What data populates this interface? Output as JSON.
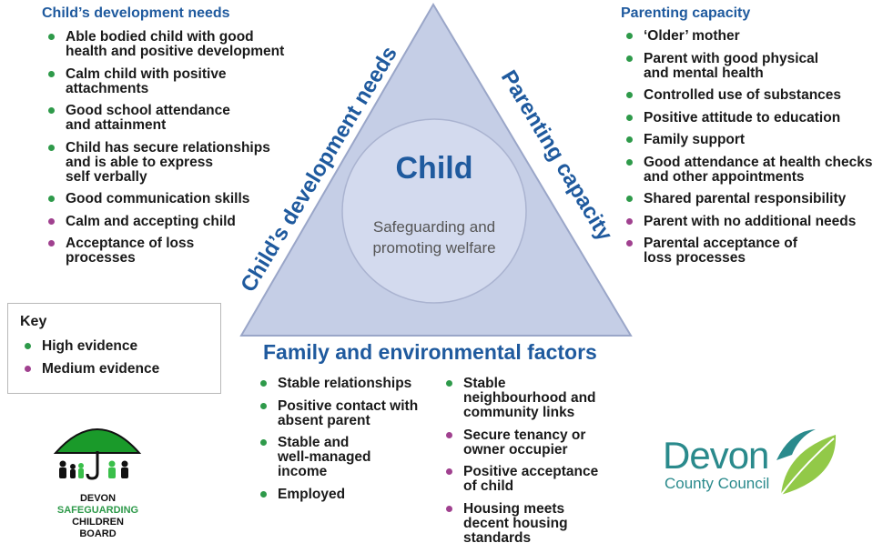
{
  "triangle": {
    "center_title": "Child",
    "center_subtitle_line1": "Safeguarding and",
    "center_subtitle_line2": "promoting welfare",
    "left_side_label": "Child’s development needs",
    "right_side_label": "Parenting capacity",
    "bottom_label": "Family and environmental factors"
  },
  "child_development": {
    "heading": "Child’s development needs",
    "items": [
      {
        "lines": [
          "Able bodied child with good",
          "health and positive development"
        ],
        "evidence": "high"
      },
      {
        "lines": [
          "Calm child with positive",
          "attachments"
        ],
        "evidence": "high"
      },
      {
        "lines": [
          "Good school attendance",
          "and attainment"
        ],
        "evidence": "high"
      },
      {
        "lines": [
          "Child has secure relationships",
          "and is able to express",
          "self verbally"
        ],
        "evidence": "high"
      },
      {
        "lines": [
          "Good communication skills"
        ],
        "evidence": "high"
      },
      {
        "lines": [
          "Calm and accepting child"
        ],
        "evidence": "medium"
      },
      {
        "lines": [
          "Acceptance of loss",
          "processes"
        ],
        "evidence": "medium"
      }
    ]
  },
  "parenting_capacity": {
    "heading": "Parenting capacity",
    "items": [
      {
        "lines": [
          "‘Older’ mother"
        ],
        "evidence": "high"
      },
      {
        "lines": [
          "Parent with good physical",
          "and mental health"
        ],
        "evidence": "high"
      },
      {
        "lines": [
          "Controlled use of substances"
        ],
        "evidence": "high"
      },
      {
        "lines": [
          "Positive attitude to education"
        ],
        "evidence": "high"
      },
      {
        "lines": [
          "Family support"
        ],
        "evidence": "high"
      },
      {
        "lines": [
          "Good attendance at health checks",
          "and other appointments"
        ],
        "evidence": "high"
      },
      {
        "lines": [
          "Shared parental responsibility"
        ],
        "evidence": "high"
      },
      {
        "lines": [
          "Parent with no additional needs"
        ],
        "evidence": "medium"
      },
      {
        "lines": [
          "Parental acceptance of",
          "loss processes"
        ],
        "evidence": "medium"
      }
    ]
  },
  "family_left": {
    "items": [
      {
        "lines": [
          "Stable relationships"
        ],
        "evidence": "high"
      },
      {
        "lines": [
          "Positive contact with",
          "absent parent"
        ],
        "evidence": "high"
      },
      {
        "lines": [
          "Stable and",
          "well-managed",
          "income"
        ],
        "evidence": "high"
      },
      {
        "lines": [
          "Employed"
        ],
        "evidence": "high"
      }
    ]
  },
  "family_right": {
    "items": [
      {
        "lines": [
          "Stable",
          "neighbourhood and",
          "community links"
        ],
        "evidence": "high"
      },
      {
        "lines": [
          "Secure tenancy or",
          "owner occupier"
        ],
        "evidence": "medium"
      },
      {
        "lines": [
          "Positive acceptance",
          "of child"
        ],
        "evidence": "medium"
      },
      {
        "lines": [
          "Housing meets",
          "decent housing",
          "standards"
        ],
        "evidence": "medium"
      }
    ]
  },
  "key": {
    "title": "Key",
    "items": [
      {
        "label": "High evidence",
        "evidence": "high"
      },
      {
        "label": "Medium evidence",
        "evidence": "medium"
      }
    ]
  },
  "safeguarding_logo": {
    "line1": "DEVON",
    "line2": "SAFEGUARDING",
    "line3": "CHILDREN",
    "line4": "BOARD"
  },
  "devon_logo": {
    "word": "Devon",
    "subtitle": "County Council"
  },
  "colors": {
    "heading_blue": "#1f5a9e",
    "triangle_fill": "#c5cee6",
    "triangle_stroke": "#9aa6c8",
    "circle_fill": "#d3daee",
    "high_evidence": "#2e9a4a",
    "medium_evidence": "#a0418f",
    "devon_teal": "#2a8a8c",
    "umbrella_green": "#1a9a2a"
  }
}
